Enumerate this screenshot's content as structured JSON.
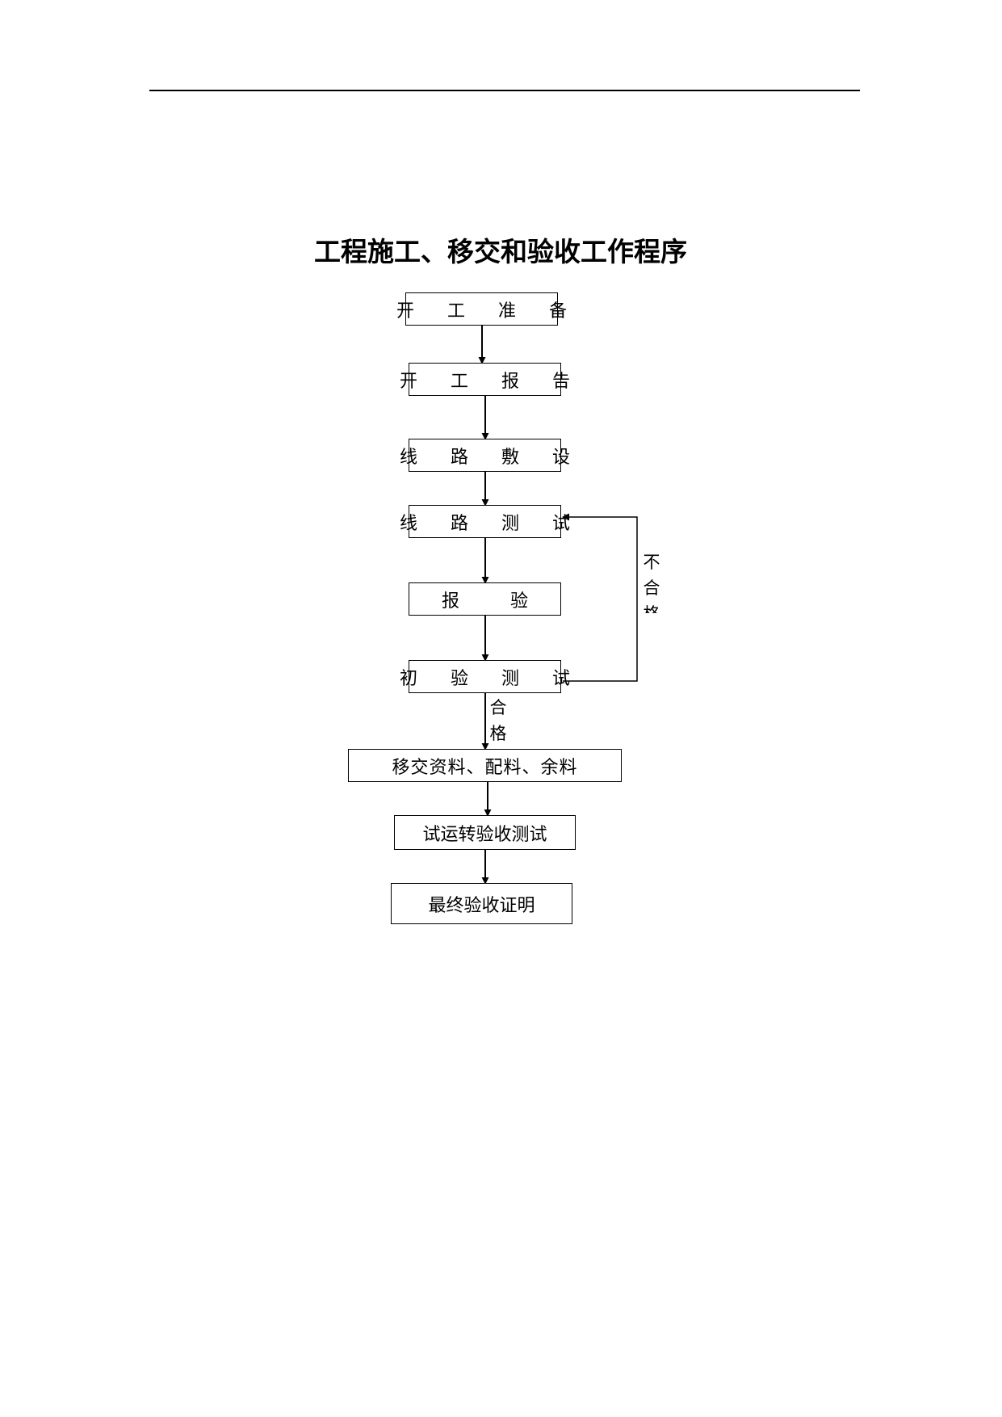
{
  "title": "工程施工、移交和验收工作程序",
  "steps": [
    "开 工 准 备",
    "开 工 报 告",
    "线 路 敷 设",
    "线 路 测 试",
    "报 验",
    "初 验 测 试",
    "移交资料、配料、余料",
    "试运转验收测试",
    "最终验收证明"
  ],
  "labels": {
    "pass": "合格",
    "fail": "不合格"
  }
}
